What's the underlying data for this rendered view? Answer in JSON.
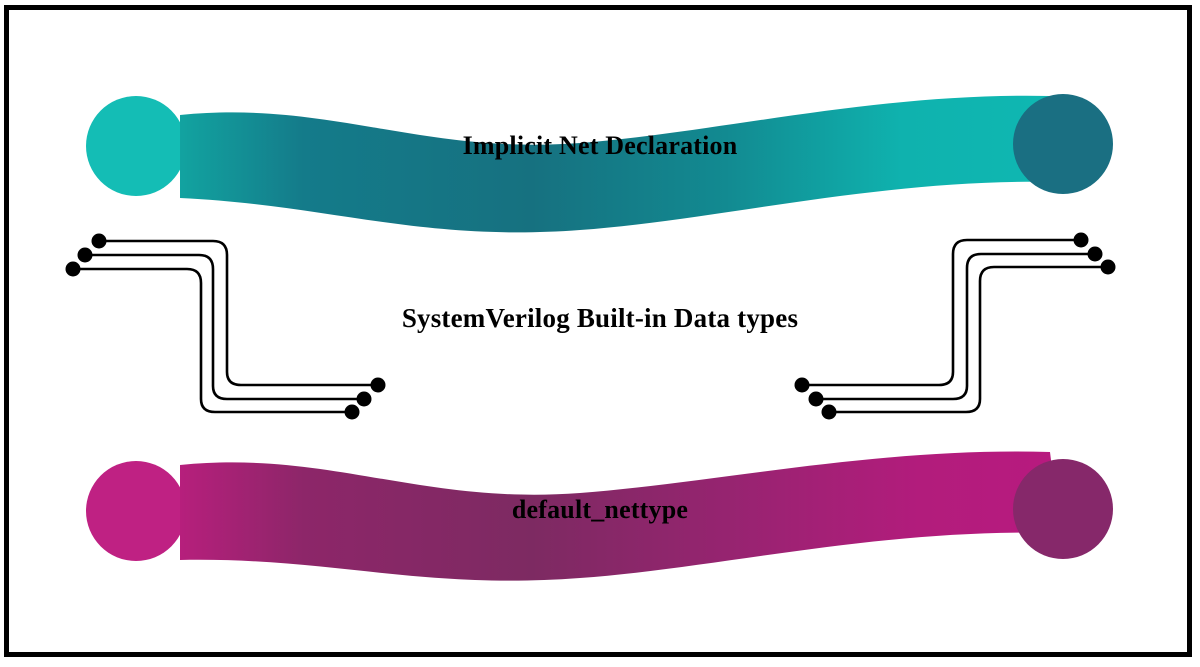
{
  "poster": {
    "background_color": "#ffffff",
    "border_color": "#000000",
    "center_title": "SystemVerilog Built-in Data types"
  },
  "banners": [
    {
      "id": "top",
      "label": "Implicit Net Declaration",
      "label_color": "#000000",
      "ribbon_gradient_start": "#12a3a0",
      "ribbon_gradient_mid": "#167180",
      "ribbon_gradient_end": "#0fb8b2",
      "left_circle_color": "#14bdb5",
      "right_circle_color": "#1a6f82"
    },
    {
      "id": "bottom",
      "label": "default_nettype",
      "label_color": "#000000",
      "ribbon_gradient_start": "#b61f7c",
      "ribbon_gradient_mid": "#7d2a62",
      "ribbon_gradient_end": "#b81a7f",
      "left_circle_color": "#bf2183",
      "right_circle_color": "#86286a"
    }
  ],
  "decorations": [
    {
      "id": "left-circuit-traces",
      "icon": "circuit-trace-icon",
      "stroke_color": "#000000",
      "dot_color": "#000000",
      "trace_count": 3
    },
    {
      "id": "right-circuit-traces",
      "icon": "circuit-trace-icon",
      "stroke_color": "#000000",
      "dot_color": "#000000",
      "trace_count": 3
    }
  ]
}
